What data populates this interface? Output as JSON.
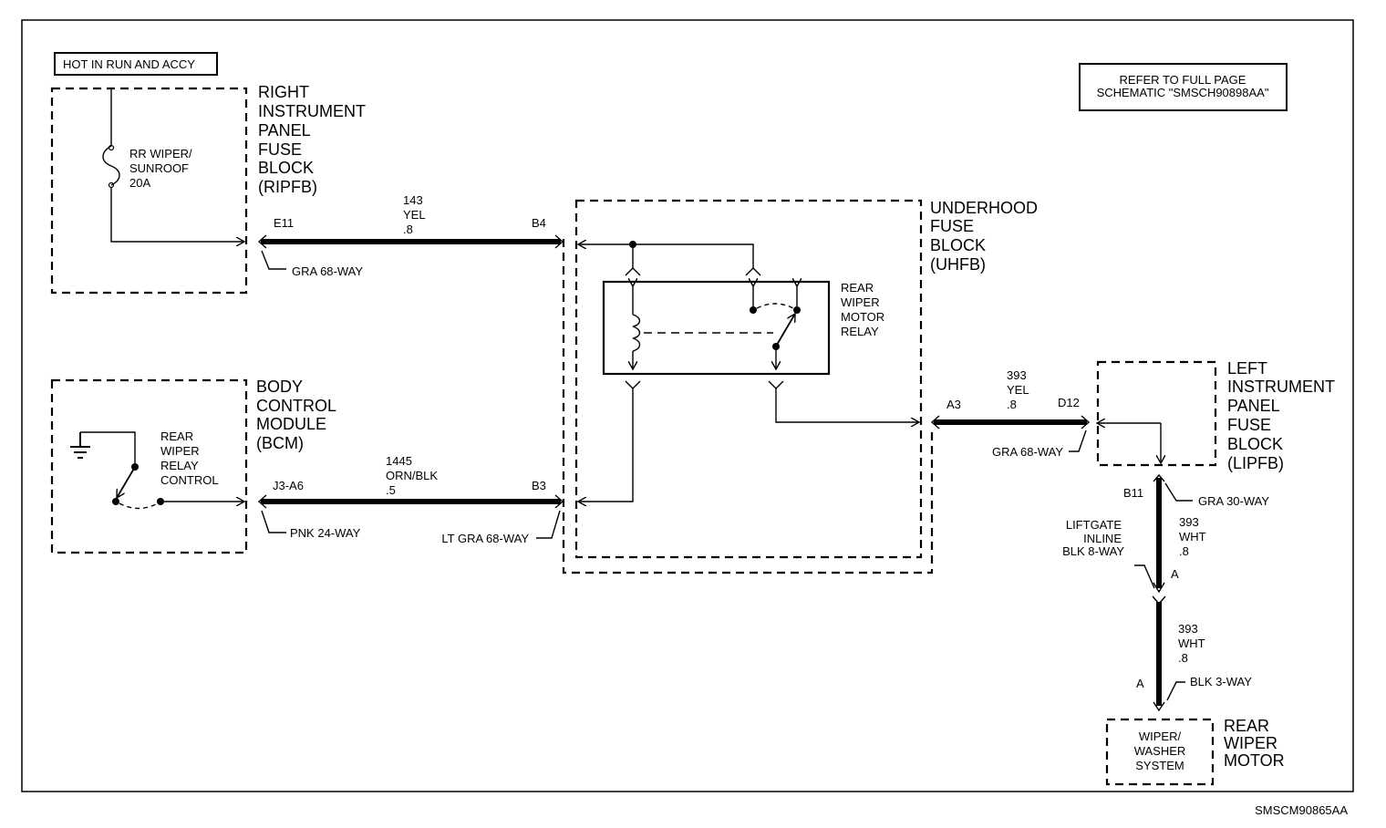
{
  "labels": {
    "hot_in_run": "HOT IN RUN AND ACCY",
    "refer_line1": "REFER TO FULL PAGE",
    "refer_line2": "SCHEMATIC \"SMSCH90898AA\"",
    "figure_id": "SMSCM90865AA"
  },
  "ripfb": {
    "name_lines": [
      "RIGHT",
      "INSTRUMENT",
      "PANEL",
      "FUSE",
      "BLOCK",
      "(RIPFB)"
    ],
    "fuse_lines": [
      "RR WIPER/",
      "SUNROOF",
      "20A"
    ],
    "pin": "E11",
    "connector": "GRA 68-WAY"
  },
  "bcm": {
    "name_lines": [
      "BODY",
      "CONTROL",
      "MODULE",
      "(BCM)"
    ],
    "switch_lines": [
      "REAR",
      "WIPER",
      "RELAY",
      "CONTROL"
    ],
    "pin": "J3-A6",
    "connector": "PNK 24-WAY"
  },
  "uhfb": {
    "name_lines": [
      "UNDERHOOD",
      "FUSE",
      "BLOCK",
      "(UHFB)"
    ],
    "relay_lines": [
      "REAR",
      "WIPER",
      "MOTOR",
      "RELAY"
    ],
    "pin_b4": "B4",
    "pin_b3": "B3",
    "pin_a3": "A3",
    "connector_lt": "LT GRA 68-WAY",
    "connector_gra": "GRA 68-WAY"
  },
  "lipfb": {
    "name_lines": [
      "LEFT",
      "INSTRUMENT",
      "PANEL",
      "FUSE",
      "BLOCK",
      "(LIPFB)"
    ],
    "pin_d12": "D12",
    "pin_b11": "B11",
    "connector": "GRA 30-WAY"
  },
  "wires": {
    "w143": [
      "143",
      "YEL",
      ".8"
    ],
    "w1445": [
      "1445",
      "ORN/BLK",
      ".5"
    ],
    "w393a": [
      "393",
      "YEL",
      ".8"
    ],
    "w393b": [
      "393",
      "WHT",
      ".8"
    ],
    "w393c": [
      "393",
      "WHT",
      ".8"
    ]
  },
  "liftgate": {
    "lines": [
      "LIFTGATE",
      "INLINE",
      "BLK 8-WAY"
    ],
    "pin": "A"
  },
  "motor": {
    "pin": "A",
    "connector": "BLK 3-WAY",
    "box_lines": [
      "WIPER/",
      "WASHER",
      "SYSTEM"
    ],
    "name_lines": [
      "REAR",
      "WIPER",
      "MOTOR"
    ]
  }
}
